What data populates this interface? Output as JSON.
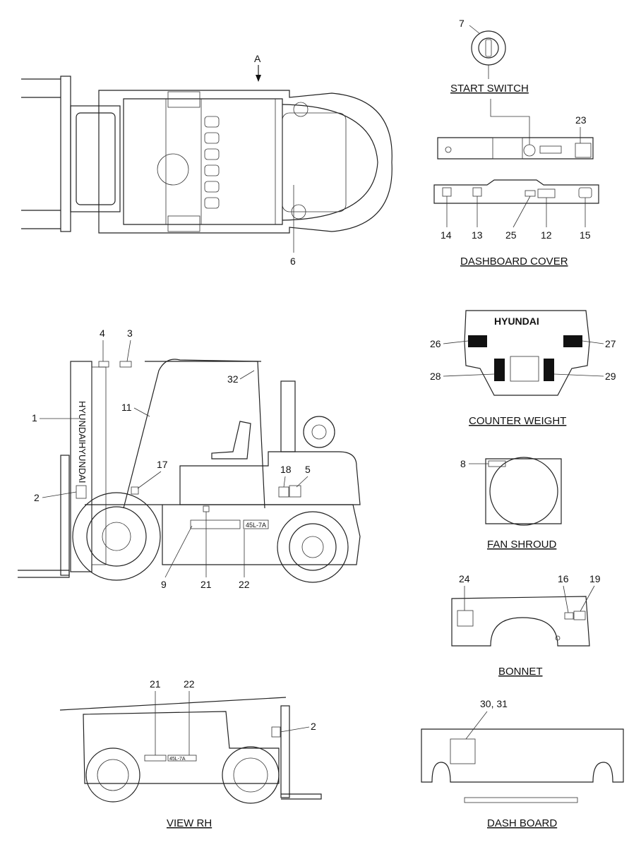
{
  "captions": {
    "start_switch": "START SWITCH",
    "dashboard_cover": "DASHBOARD COVER",
    "counter_weight": "COUNTER WEIGHT",
    "fan_shroud": "FAN SHROUD",
    "bonnet": "BONNET",
    "view_rh": "VIEW RH",
    "dash_board": "DASH BOARD"
  },
  "brand_text": "HYUNDAI",
  "model_badge": "45L-7A",
  "view_arrow_label": "A",
  "callouts": {
    "c1": "1",
    "c2": "2",
    "c3": "3",
    "c4": "4",
    "c5": "5",
    "c6": "6",
    "c7": "7",
    "c8": "8",
    "c9": "9",
    "c11": "11",
    "c12": "12",
    "c13": "13",
    "c14": "14",
    "c15": "15",
    "c16": "16",
    "c17": "17",
    "c18": "18",
    "c19": "19",
    "c21": "21",
    "c22": "22",
    "c23": "23",
    "c24": "24",
    "c25": "25",
    "c26": "26",
    "c27": "27",
    "c28": "28",
    "c29": "29",
    "c30_31": "30, 31",
    "c32": "32",
    "rh21": "21",
    "rh22": "22",
    "rh2": "2"
  }
}
